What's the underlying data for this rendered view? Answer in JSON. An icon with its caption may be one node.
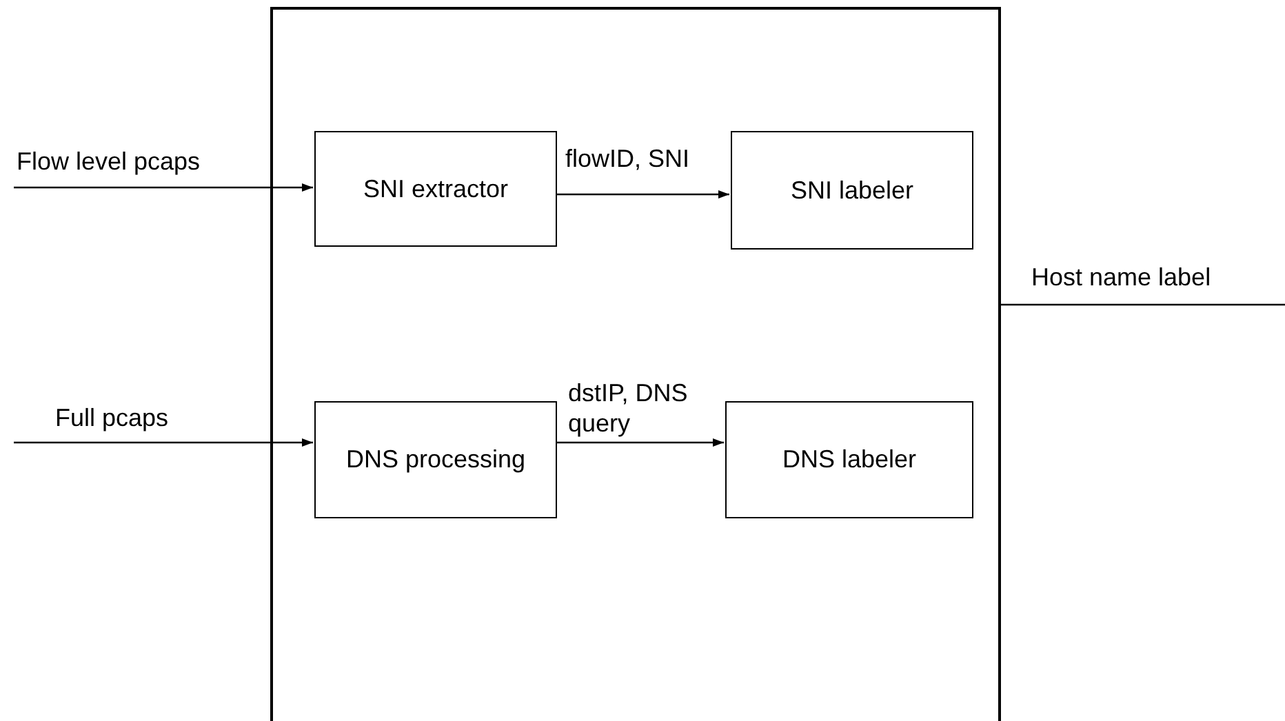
{
  "diagram": {
    "nodes": [
      {
        "text": [],
        "shape": "box"
      },
      {
        "text": [
          "SNI extractor"
        ],
        "in": 0
      },
      {
        "text": [
          "SNI labeler"
        ],
        "in": 0
      },
      {
        "text": [
          "DNS processing"
        ],
        "in": 0
      },
      {
        "text": [
          "DNS labeler"
        ],
        "in": 0
      }
    ],
    "edges": [
      {
        "from": null,
        "to": 1,
        "arrow": "to",
        "label": "Flow level pcaps"
      },
      {
        "from": 1,
        "to": 2,
        "arrow": "to",
        "label": "flowID, SNI"
      },
      {
        "from": null,
        "to": 3,
        "arrow": "to",
        "label": "Full pcaps"
      },
      {
        "from": 3,
        "to": 4,
        "arrow": "to",
        "label": "dstIP, DNS query"
      },
      {
        "from": 0,
        "to": null,
        "arrow": "none",
        "label": "Host name label"
      }
    ]
  }
}
